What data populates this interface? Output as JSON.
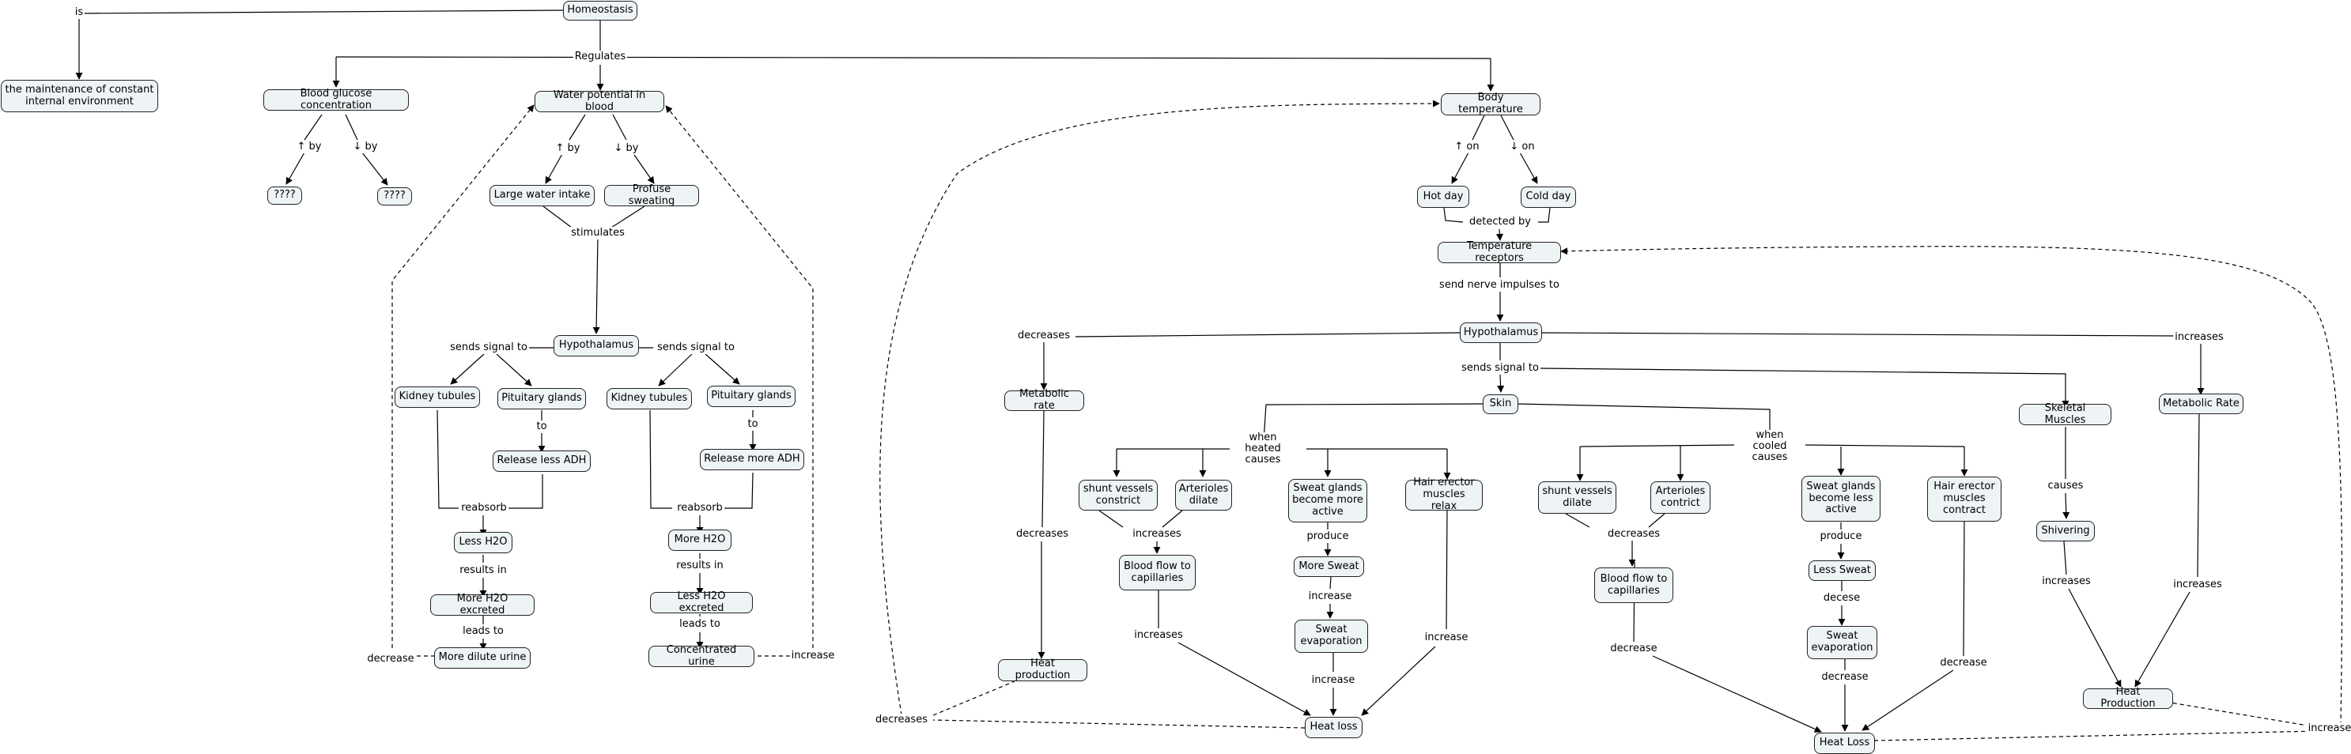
{
  "diagram": {
    "root": "Homeostasis",
    "definition": "the maintenance of constant internal environment",
    "links": {
      "is": "is",
      "regulates": "Regulates",
      "up_by": "↑ by",
      "down_by": "↓ by",
      "up_on": "↑ on",
      "down_on": "↓ on",
      "stimulates": "stimulates",
      "sends_signal_to": "sends signal to",
      "to": "to",
      "reabsorb": "reabsorb",
      "results_in": "results in",
      "leads_to": "leads to",
      "decrease": "decrease",
      "increase": "increase",
      "detected_by": "detected by",
      "send_nerve_impulses_to": "send nerve impulses to",
      "decreases": "decreases",
      "increases": "increases",
      "when_heated_causes": "when heated causes",
      "when_cooled_causes": "when cooled causes",
      "produce": "produce",
      "decese": "decese",
      "causes": "causes"
    },
    "concepts": {
      "blood_glucose": "Blood glucose concentration",
      "unknown": "????",
      "water_potential": "Water potential in blood",
      "large_water_intake": "Large water intake",
      "profuse_sweating": "Profuse sweating",
      "hypothalamus": "Hypothalamus",
      "kidney_tubules": "Kidney tubules",
      "pituitary_glands": "Pituitary glands",
      "release_less_adh": "Release less ADH",
      "release_more_adh": "Release more ADH",
      "less_h2o": "Less H2O",
      "more_h2o": "More H2O",
      "more_h2o_excreted": "More H2O excreted",
      "less_h2o_excreted": "Less H2O excreted",
      "more_dilute_urine": "More dilute urine",
      "concentrated_urine": "Concentrated urine",
      "body_temperature": "Body temperature",
      "hot_day": "Hot day",
      "cold_day": "Cold day",
      "temperature_receptors": "Temperature receptors",
      "metabolic_rate_lower": "Metabolic rate",
      "metabolic_rate_upper": "Metabolic Rate",
      "skin": "Skin",
      "skeletal_muscles": "Skeletal Muscles",
      "shunt_vessels_constrict": "shunt vessels constrict",
      "arterioles_dilate": "Arterioles dilate",
      "sweat_glands_more": "Sweat glands become more active",
      "hair_muscles_relax": "Hair erector muscles relax",
      "shunt_vessels_dilate": "shunt vessels dilate",
      "arterioles_contrict": "Arterioles contrict",
      "sweat_glands_less": "Sweat glands become less active",
      "hair_muscles_contract": "Hair erector muscles contract",
      "blood_flow": "Blood flow to capillaries",
      "more_sweat": "More Sweat",
      "less_sweat": "Less Sweat",
      "sweat_evaporation": "Sweat evaporation",
      "shivering": "Shivering",
      "heat_production_lower": "Heat production",
      "heat_production_upper": "Heat Production",
      "heat_loss": "Heat loss",
      "heat_loss_upper": "Heat Loss"
    }
  }
}
